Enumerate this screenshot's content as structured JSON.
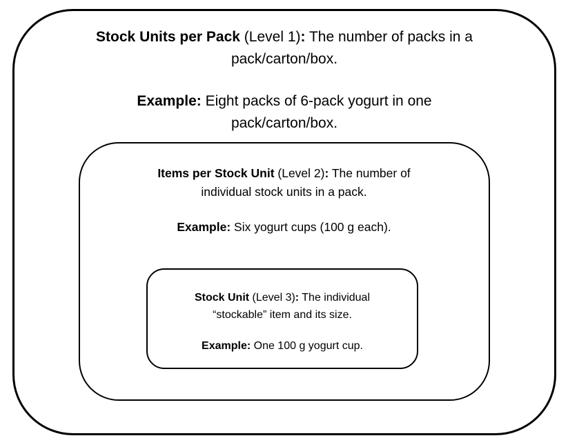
{
  "canvas": {
    "background": "#ffffff",
    "border_color": "#000000",
    "text_color": "#000000"
  },
  "boxes": {
    "level1": {
      "term": "Stock Units per Pack",
      "level": " (Level 1)",
      "colon": ":",
      "desc_line1": " The number of packs in a",
      "desc_line2": "pack/carton/box.",
      "example_label": "Example:",
      "example_line1": " Eight packs of 6-pack yogurt in one",
      "example_line2": "pack/carton/box."
    },
    "level2": {
      "term": "Items per Stock Unit",
      "level": " (Level 2)",
      "colon": ":",
      "desc_line1": " The number of",
      "desc_line2": "individual stock units in a pack.",
      "example_label": "Example:",
      "example_line1": " Six yogurt cups (100 g each)."
    },
    "level3": {
      "term": "Stock Unit",
      "level": " (Level 3)",
      "colon": ":",
      "desc_line1": " The individual",
      "desc_line2": "“stockable” item and its size.",
      "example_label": "Example:",
      "example_line1": " One 100 g yogurt cup."
    }
  }
}
